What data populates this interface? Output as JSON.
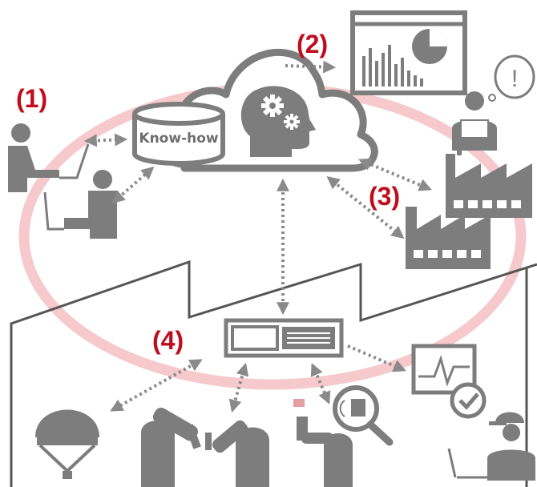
{
  "markers": {
    "m1": "(1)",
    "m2": "(2)",
    "m3": "(3)",
    "m4": "(4)"
  },
  "database": {
    "label": "Know-how"
  },
  "alert": {
    "symbol": "!"
  },
  "colors": {
    "icon_gray": "#7d7d7d",
    "marker_red": "#c00d1e",
    "ellipse_pink": "#f6c9cc",
    "arrow_gray": "#8a8a8a"
  }
}
